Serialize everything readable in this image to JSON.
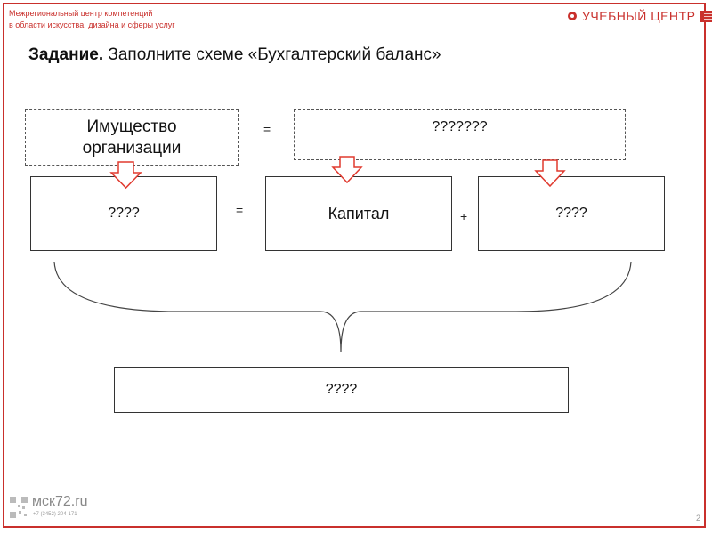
{
  "header": {
    "org_line1": "Межрегиональный центр компетенций",
    "org_line2": "в области искусства, дизайна и сферы услуг",
    "brand_name": "УЧЕБНЫЙ ЦЕНТР"
  },
  "task": {
    "label": "Задание.",
    "text": "Заполните схеме «Бухгалтерский баланс»"
  },
  "diagram": {
    "property_line1": "Имущество",
    "property_line2": "организации",
    "top_right": "???????",
    "left": "????",
    "capital": "Капитал",
    "right": "????",
    "bottom": "????",
    "eq1": "=",
    "eq2": "=",
    "plus": "+"
  },
  "footer": {
    "site": "мск72.ru",
    "phone": "+7 (3452) 204-171",
    "page": "2"
  },
  "colors": {
    "accent": "#c9302c",
    "arrow_stroke": "#e03a2f"
  },
  "icons": {
    "brand_logo": "circle-dot-icon",
    "qr": "qr-code-icon",
    "arrow": "arrow-down-icon"
  }
}
